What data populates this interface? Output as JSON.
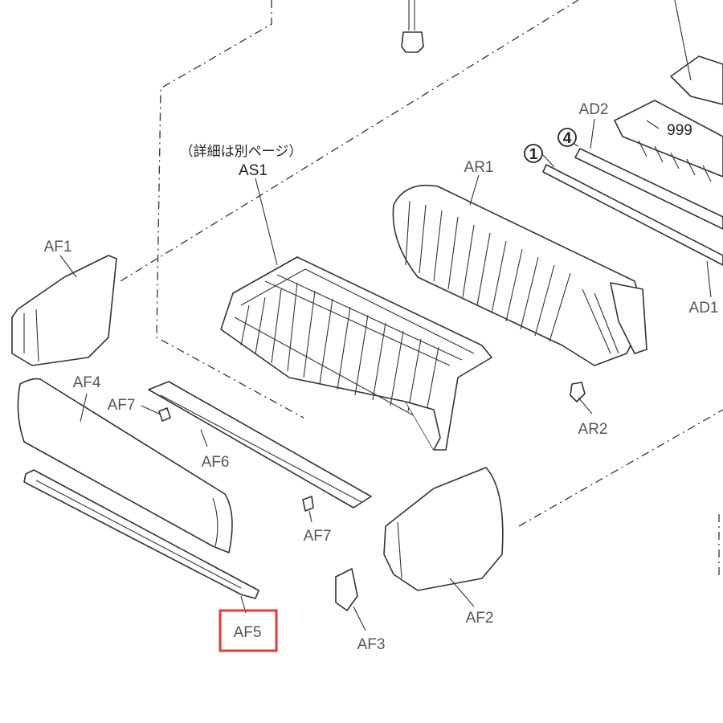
{
  "diagram": {
    "note_text": "（詳細は別ページ）",
    "circled_refs": [
      {
        "id": "1",
        "label": "1"
      },
      {
        "id": "4",
        "label": "4"
      }
    ],
    "labels": {
      "AS1": "AS1",
      "AR1": "AR1",
      "AR2": "AR2",
      "AD1": "AD1",
      "AD2": "AD2",
      "AF1": "AF1",
      "AF2": "AF2",
      "AF3": "AF3",
      "AF4": "AF4",
      "AF5": "AF5",
      "AF6": "AF6",
      "AF7_upper": "AF7",
      "AF7_lower": "AF7",
      "part_999": "999"
    },
    "highlighted_part": "AF5",
    "highlight_color": "#e53935"
  }
}
